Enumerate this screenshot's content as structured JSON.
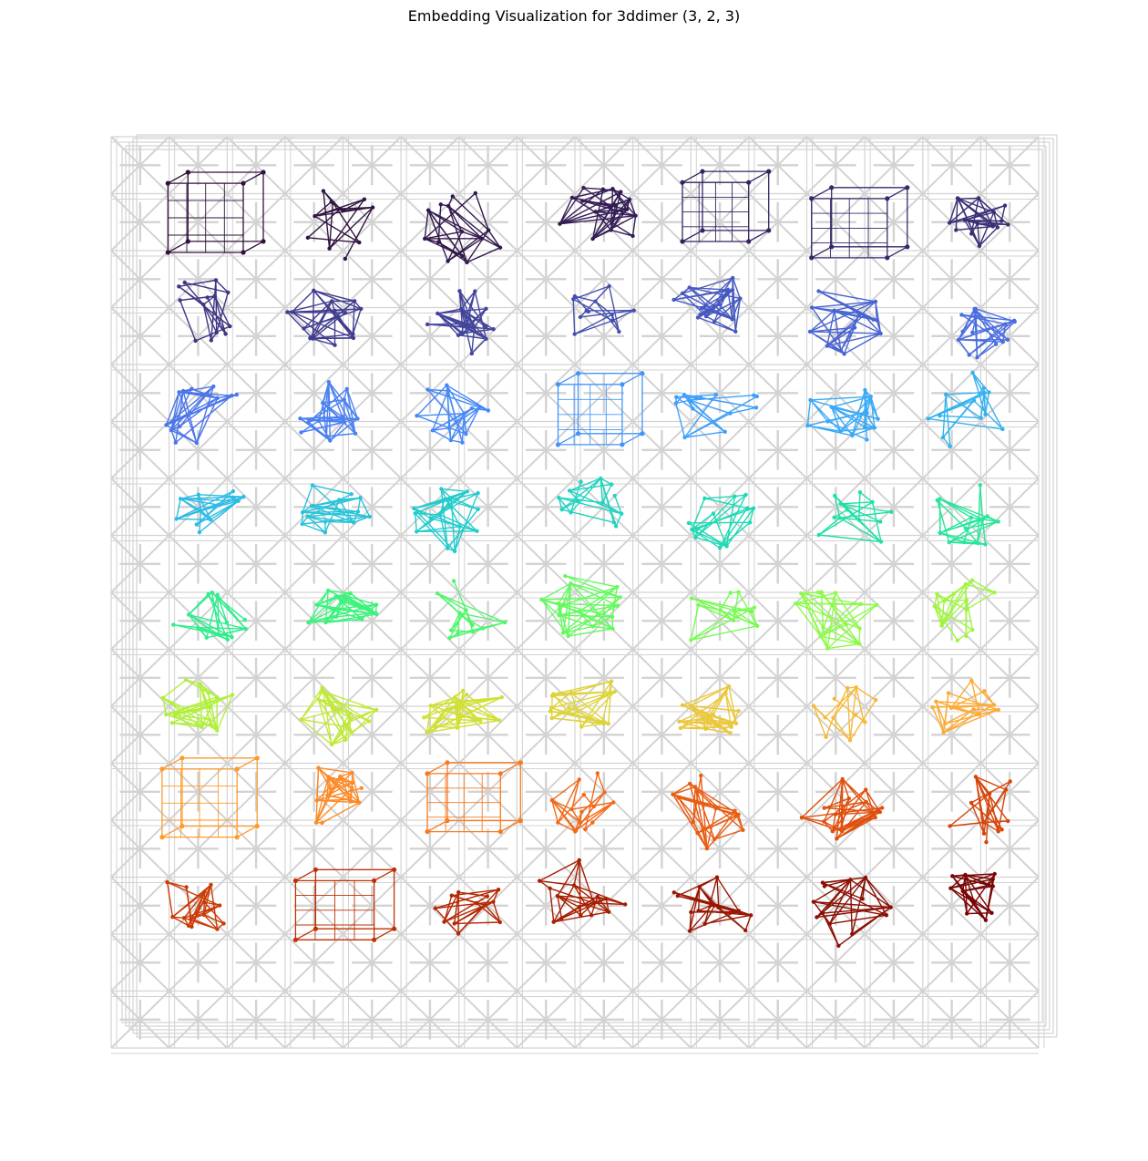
{
  "title": "Embedding Visualization for 3ddimer (3, 2, 3)",
  "figure": {
    "kind": "hardware-graph-embedding",
    "background_graph_color": "#d3d3d3",
    "grid_cells_per_side": 16,
    "colormap": "turbo",
    "colormap_stops": [
      "#30123b",
      "#4145ab",
      "#4675ed",
      "#39a2fc",
      "#1bcfd4",
      "#24eca6",
      "#61fc6c",
      "#a4fc3b",
      "#d1e834",
      "#f3c63a",
      "#fe9b2d",
      "#f36315",
      "#d93806",
      "#b11901",
      "#7a0403"
    ]
  },
  "chains": [
    {
      "color": "#30123b",
      "shape": "box"
    },
    {
      "color": "#311542",
      "shape": "cluster"
    },
    {
      "color": "#32194b",
      "shape": "cluster"
    },
    {
      "color": "#341d55",
      "shape": "cluster"
    },
    {
      "color": "#36225f",
      "shape": "box"
    },
    {
      "color": "#382769",
      "shape": "box"
    },
    {
      "color": "#3b2e75",
      "shape": "cluster"
    },
    {
      "color": "#3e3583",
      "shape": "cluster"
    },
    {
      "color": "#413d8f",
      "shape": "cluster"
    },
    {
      "color": "#43449b",
      "shape": "cluster"
    },
    {
      "color": "#4550ae",
      "shape": "cluster"
    },
    {
      "color": "#4659c0",
      "shape": "cluster"
    },
    {
      "color": "#4964d0",
      "shape": "cluster"
    },
    {
      "color": "#4a6de0",
      "shape": "cluster"
    },
    {
      "color": "#4b75ea",
      "shape": "cluster"
    },
    {
      "color": "#4a80f0",
      "shape": "cluster"
    },
    {
      "color": "#4689f6",
      "shape": "cluster"
    },
    {
      "color": "#4394f9",
      "shape": "box"
    },
    {
      "color": "#3f9ffb",
      "shape": "cluster"
    },
    {
      "color": "#39a9f6",
      "shape": "cluster"
    },
    {
      "color": "#34b2ee",
      "shape": "cluster"
    },
    {
      "color": "#2ebbe4",
      "shape": "cluster"
    },
    {
      "color": "#27c3d8",
      "shape": "cluster"
    },
    {
      "color": "#22cccc",
      "shape": "cluster"
    },
    {
      "color": "#1ed3c0",
      "shape": "cluster"
    },
    {
      "color": "#1ed9b4",
      "shape": "cluster"
    },
    {
      "color": "#20dfa7",
      "shape": "cluster"
    },
    {
      "color": "#26e69a",
      "shape": "cluster"
    },
    {
      "color": "#30ec8c",
      "shape": "cluster"
    },
    {
      "color": "#3df27c",
      "shape": "cluster"
    },
    {
      "color": "#4ff66c",
      "shape": "cluster"
    },
    {
      "color": "#64f95e",
      "shape": "cluster"
    },
    {
      "color": "#76fb52",
      "shape": "cluster"
    },
    {
      "color": "#8cfb47",
      "shape": "cluster"
    },
    {
      "color": "#9ff53f",
      "shape": "cluster"
    },
    {
      "color": "#b1ef3b",
      "shape": "cluster"
    },
    {
      "color": "#c1e83a",
      "shape": "cluster"
    },
    {
      "color": "#d1e034",
      "shape": "cluster"
    },
    {
      "color": "#ded33a",
      "shape": "cluster"
    },
    {
      "color": "#ebc73b",
      "shape": "cluster"
    },
    {
      "color": "#f6b93a",
      "shape": "cluster"
    },
    {
      "color": "#fcaa35",
      "shape": "cluster"
    },
    {
      "color": "#fd9a2e",
      "shape": "box"
    },
    {
      "color": "#fc8a27",
      "shape": "cluster"
    },
    {
      "color": "#f87a20",
      "shape": "box"
    },
    {
      "color": "#f26a18",
      "shape": "cluster"
    },
    {
      "color": "#e95c12",
      "shape": "cluster"
    },
    {
      "color": "#e04f0c",
      "shape": "cluster"
    },
    {
      "color": "#d64408",
      "shape": "cluster"
    },
    {
      "color": "#cb3a05",
      "shape": "cluster"
    },
    {
      "color": "#c03004",
      "shape": "box"
    },
    {
      "color": "#b42703",
      "shape": "cluster"
    },
    {
      "color": "#a71f02",
      "shape": "cluster"
    },
    {
      "color": "#991702",
      "shape": "cluster"
    },
    {
      "color": "#8a0f02",
      "shape": "cluster"
    },
    {
      "color": "#7a0403",
      "shape": "cluster"
    }
  ]
}
